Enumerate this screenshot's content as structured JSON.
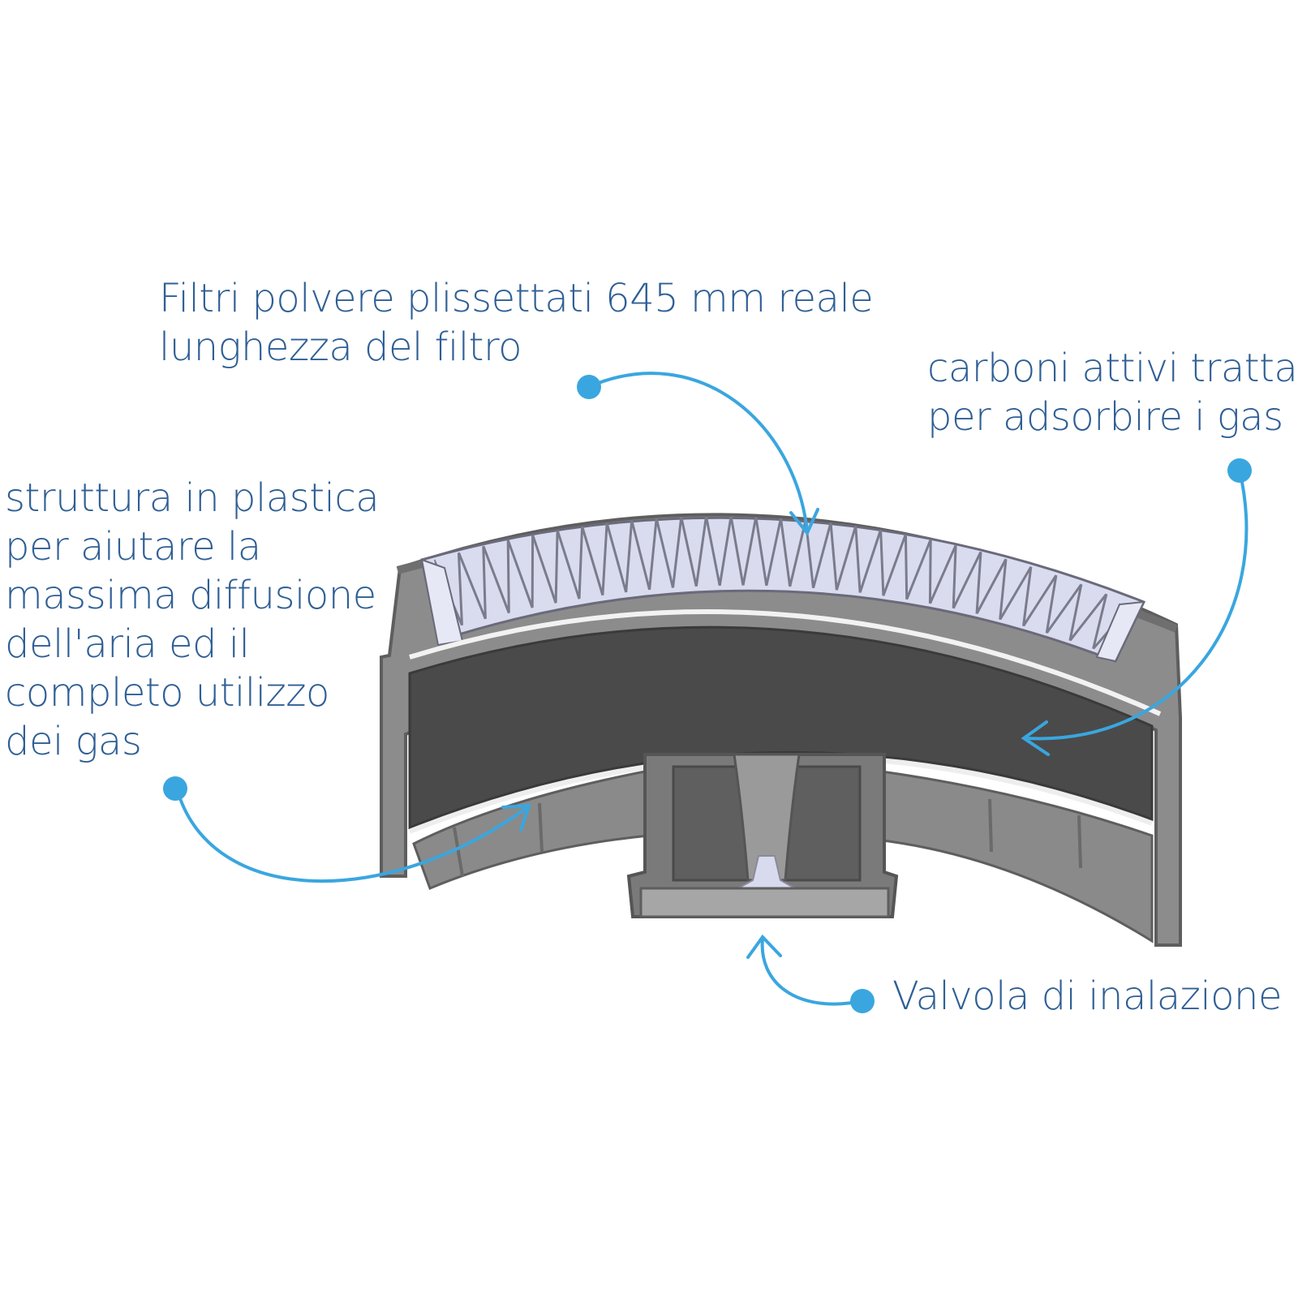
{
  "labels": {
    "dust_filter": [
      "Filtri polvere plissettati 645 mm reale",
      "lunghezza del filtro"
    ],
    "carbon": [
      "carboni attivi trattati",
      "per adsorbire i gas"
    ],
    "plastic_structure": [
      "struttura in plastica",
      "per aiutare la",
      "massima diffusione",
      "dell'aria ed il",
      "completo utilizzo",
      "dei gas"
    ],
    "valve": [
      "Valvola di inalazione"
    ]
  },
  "colors": {
    "text": "#2f5f95",
    "callout": "#3aa6df",
    "housing": "#8c8c8c",
    "housing_dark": "#5e5e5e",
    "carbon": "#4a4a4a",
    "pleat_bg": "#d9dbef"
  }
}
